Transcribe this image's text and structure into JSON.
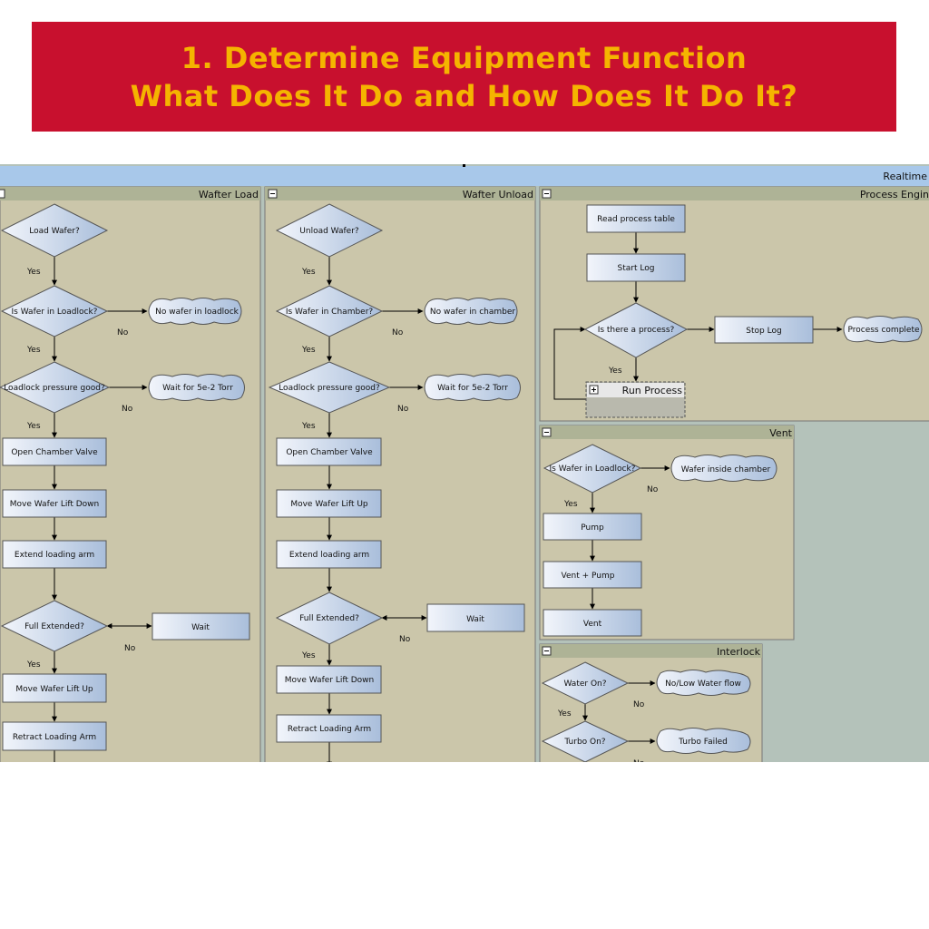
{
  "slide": {
    "title_line1": "1. Determine Equipment Function",
    "title_line2": "What Does It Do and How Does It Do It?",
    "colors": {
      "banner": "#c8102e",
      "title": "#f5b400"
    }
  },
  "app": {
    "top_label": "Realtime",
    "panels": {
      "wafer_load": {
        "title": "Wafter Load",
        "q1": "Load Wafer?",
        "q2": "Is Wafer in Loadlock?",
        "q2_no": "No wafer in loadlock",
        "q3": "Loadlock pressure good?",
        "q3_no": "Wait for 5e-2 Torr",
        "s1": "Open Chamber Valve",
        "s2": "Move Wafer Lift Down",
        "s3": "Extend loading arm",
        "q4": "Full Extended?",
        "q4_no": "Wait",
        "s4": "Move Wafer Lift Up",
        "s5": "Retract Loading Arm"
      },
      "wafer_unload": {
        "title": "Wafter Unload",
        "q1": "Unload Wafer?",
        "q2": "Is Wafer in Chamber?",
        "q2_no": "No wafer in chamber",
        "q3": "Loadlock pressure good?",
        "q3_no": "Wait for 5e-2 Torr",
        "s1": "Open Chamber Valve",
        "s2": "Move Wafer Lift Up",
        "s3": "Extend loading arm",
        "q4": "Full Extended?",
        "q4_no": "Wait",
        "s4": "Move Wafer Lift Down",
        "s5": "Retract Loading Arm"
      },
      "process_engine": {
        "title": "Process Engin",
        "s1": "Read process table",
        "s2": "Start Log",
        "q1": "Is there a process?",
        "s3": "Stop Log",
        "end": "Process complete",
        "sub": "Run Process"
      },
      "vent": {
        "title": "Vent",
        "q1": "Is Wafer in Loadlock?",
        "q1_no": "Wafer inside chamber",
        "s1": "Pump",
        "s2": "Vent + Pump",
        "s3": "Vent"
      },
      "interlock": {
        "title": "Interlock",
        "q1": "Water On?",
        "q1_no": "No/Low Water flow",
        "q2": "Turbo On?",
        "q2_no": "Turbo Failed"
      }
    },
    "labels": {
      "yes": "Yes",
      "no": "No"
    },
    "colors": {
      "panel": "#cbc6aa",
      "header": "#aeb396",
      "topbar": "#a8c8ea",
      "desktop": "#b4c2ba"
    }
  }
}
